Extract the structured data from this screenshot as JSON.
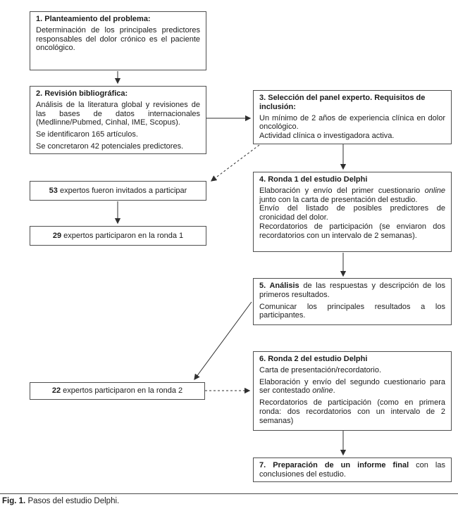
{
  "figure": {
    "caption": {
      "label": "Fig. 1.",
      "text": "Pasos del estudio Delphi."
    },
    "colors": {
      "background": "#ffffff",
      "box_border": "#4f4f4f",
      "text": "#1c1c1c",
      "arrow": "#2f2f2f"
    },
    "boxes": {
      "step1": {
        "title": "1. Planteamiento del problema:",
        "body": "Determinación de los principales predictores responsables del dolor crónico es el paciente oncológico."
      },
      "step2": {
        "title": "2. Revisión bibliográfica:",
        "p1": "Análisis de la literatura global y revisiones de las bases de datos internacionales (Medlinne/Pubmed, Cinhal, IME, Scopus).",
        "p2": "Se identificaron 165 artículos.",
        "p3": "Se concretaron 42 potenciales predictores."
      },
      "step3": {
        "title": "3. Selección del panel experto. Requisitos de inclusión:",
        "p1": "Un mínimo de 2 años de experiencia clínica en dolor oncológico.",
        "p2": "Actividad clínica o investigadora activa."
      },
      "step4": {
        "title": "4. Ronda 1 del estudio Delphi",
        "p1_pre": "Elaboración y envío del primer cuestionario",
        "p1_italic": "online",
        "p1_post": "junto con la carta de presentación del estudio.",
        "p2": "Envío del listado de posibles predictores de cronicidad del dolor.",
        "p3": "Recordatorios de participación (se enviaron dos recordatorios con un intervalo de 2 semanas)."
      },
      "step5": {
        "title_bold": "5. Análisis",
        "p1_rest": "de las respuestas y descripción de los primeros resultados.",
        "p2": "Comunicar los principales resultados a los participantes."
      },
      "step6": {
        "title": "6. Ronda 2 del estudio Delphi",
        "p1": "Carta de presentación/recordatorio.",
        "p2_pre": "Elaboración y envío del segundo cuestionario para ser contestado",
        "p2_italic": "online",
        "p2_post": ".",
        "p3": "Recordatorios de participación (como en primera ronda: dos recordatorios con un intervalo de 2 semanas)"
      },
      "step7": {
        "title_bold": "7. Preparación de un informe final",
        "rest": "con las conclusiones del estudio."
      },
      "invited": {
        "count": "53",
        "text": "expertos fueron invitados a participar"
      },
      "round1": {
        "count": "29",
        "text": "expertos participaron en la ronda 1"
      },
      "round2": {
        "count": "22",
        "text": "expertos participaron en la ronda 2"
      }
    }
  }
}
